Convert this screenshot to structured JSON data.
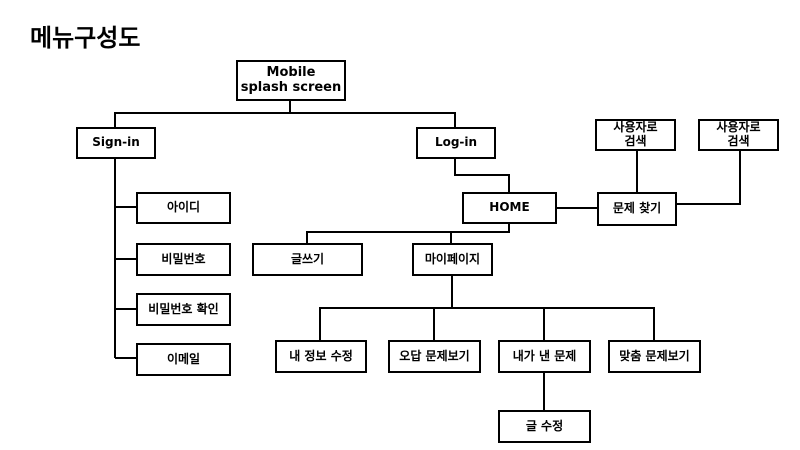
{
  "title": "메뉴구성도",
  "nodes": {
    "splash": "Mobile\nsplash screen",
    "signin": "Sign-in",
    "login": "Log-in",
    "id": "아이디",
    "password": "비밀번호",
    "password_confirm": "비밀번호 확인",
    "email": "이메일",
    "home": "HOME",
    "find": "문제 찾기",
    "search1": "사용자로\n검색",
    "search2": "사용자로\n검색",
    "write": "글쓰기",
    "mypage": "마이페이지",
    "edit_info": "내 정보 수정",
    "wrong": "오답 문제보기",
    "my_problems": "내가 낸 문제",
    "custom": "맞춤 문제보기",
    "edit_post": "글 수정"
  }
}
